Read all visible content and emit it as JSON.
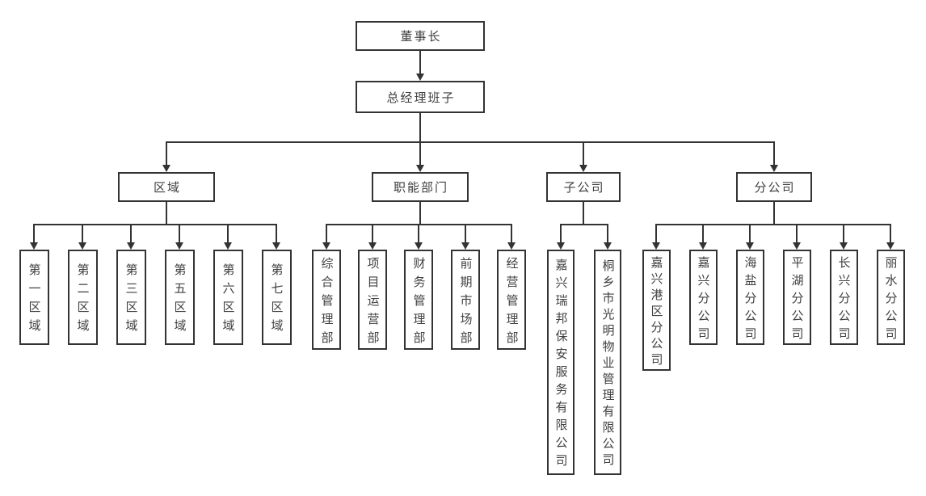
{
  "org_chart": {
    "chairman": {
      "id": "chairman",
      "label": "董事长"
    },
    "general_manager": {
      "id": "general-manager",
      "label": "总经理班子"
    },
    "groups": [
      {
        "id": "region",
        "label": "区域",
        "children": [
          {
            "id": "region-1",
            "label": "第一区域"
          },
          {
            "id": "region-2",
            "label": "第二区域"
          },
          {
            "id": "region-3",
            "label": "第三区域"
          },
          {
            "id": "region-5",
            "label": "第五区域"
          },
          {
            "id": "region-6",
            "label": "第六区域"
          },
          {
            "id": "region-7",
            "label": "第七区域"
          }
        ]
      },
      {
        "id": "functional-departments",
        "label": "职能部门",
        "children": [
          {
            "id": "dept-general-management",
            "label": "综合管理部"
          },
          {
            "id": "dept-project-operations",
            "label": "项目运营部"
          },
          {
            "id": "dept-financial-management",
            "label": "财务管理部"
          },
          {
            "id": "dept-early-market",
            "label": "前期市场部"
          },
          {
            "id": "dept-business-management",
            "label": "经营管理部"
          }
        ]
      },
      {
        "id": "subsidiaries",
        "label": "子公司",
        "children": [
          {
            "id": "sub-jiaxing-ruibang-security",
            "label": "嘉兴瑞邦保安服务有限公司"
          },
          {
            "id": "sub-tongxiang-guangming-property",
            "label": "桐乡市光明物业管理有限公司"
          }
        ]
      },
      {
        "id": "branches",
        "label": "分公司",
        "children": [
          {
            "id": "branch-jiaxing-gangqu",
            "label": "嘉兴港区分公司"
          },
          {
            "id": "branch-jiaxing",
            "label": "嘉兴分公司"
          },
          {
            "id": "branch-haiyan",
            "label": "海盐分公司"
          },
          {
            "id": "branch-pinghu",
            "label": "平湖分公司"
          },
          {
            "id": "branch-changxing",
            "label": "长兴分公司"
          },
          {
            "id": "branch-lishui",
            "label": "丽水分公司"
          }
        ]
      }
    ],
    "style": {
      "line_color": "#333333",
      "border_color": "#333333",
      "text_color": "#404040",
      "background": "#ffffff"
    }
  }
}
